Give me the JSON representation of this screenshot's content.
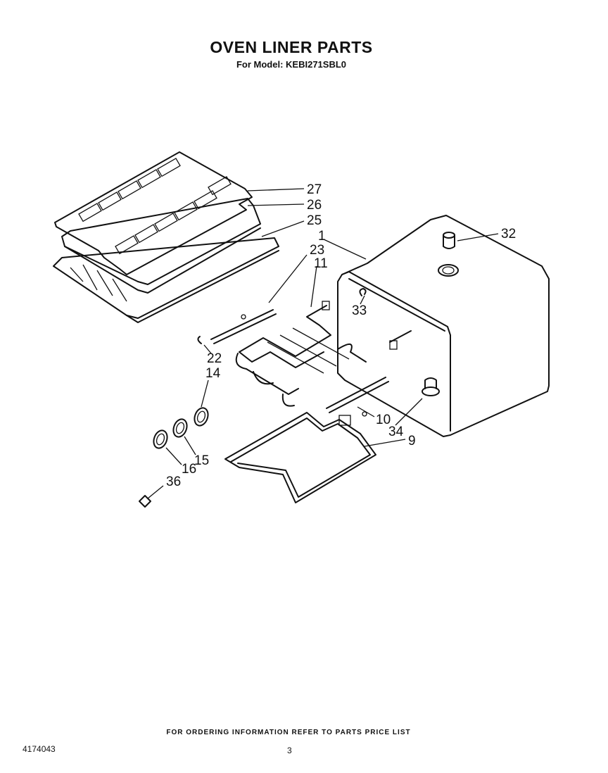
{
  "header": {
    "title": "OVEN LINER PARTS",
    "subtitle": "For Model: KEBI271SBL0"
  },
  "callouts": [
    {
      "id": "c27",
      "label": "27"
    },
    {
      "id": "c26",
      "label": "26"
    },
    {
      "id": "c25",
      "label": "25"
    },
    {
      "id": "c1",
      "label": "1"
    },
    {
      "id": "c23",
      "label": "23"
    },
    {
      "id": "c11",
      "label": "11"
    },
    {
      "id": "c32",
      "label": "32"
    },
    {
      "id": "c33",
      "label": "33"
    },
    {
      "id": "c22",
      "label": "22"
    },
    {
      "id": "c14",
      "label": "14"
    },
    {
      "id": "c10",
      "label": "10"
    },
    {
      "id": "c34",
      "label": "34"
    },
    {
      "id": "c9",
      "label": "9"
    },
    {
      "id": "c15",
      "label": "15"
    },
    {
      "id": "c16",
      "label": "16"
    },
    {
      "id": "c36",
      "label": "36"
    }
  ],
  "footer": {
    "ordering_note": "FOR ORDERING INFORMATION REFER TO PARTS PRICE LIST",
    "document_number": "4174043",
    "page_number": "3"
  }
}
